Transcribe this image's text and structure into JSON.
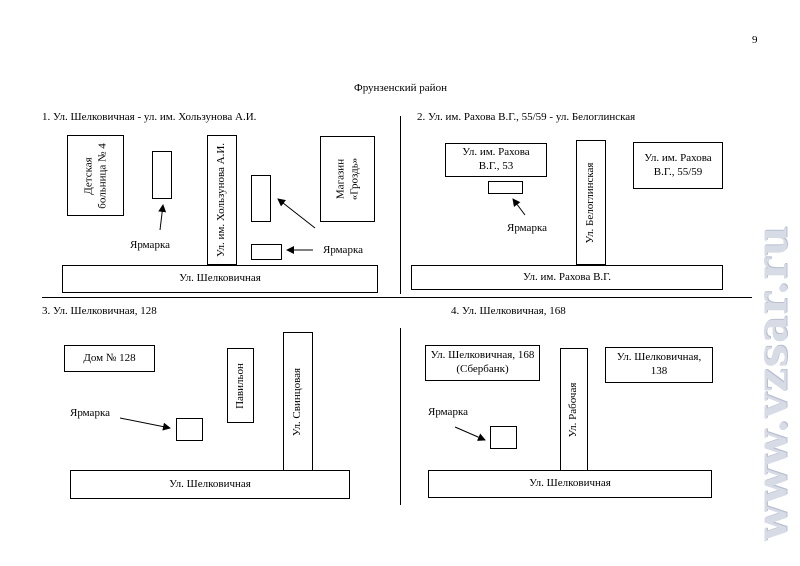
{
  "page_number": "9",
  "district_title": "Фрунзенский район",
  "watermark": "www.vzsar.ru",
  "sections": [
    {
      "title": "1. Ул. Шелковичная - ул. им. Хользунова А.И.",
      "road": "Ул. Шелковичная",
      "hospital": "Детская больница № 4",
      "street_vertical": "Ул. им. Хользунова А.И.",
      "shop": "Магазин «Гроздь»",
      "fair_label_1": "Ярмарка",
      "fair_label_2": "Ярмарка"
    },
    {
      "title": "2. Ул. им. Рахова В.Г., 55/59 - ул. Белоглинская",
      "road": "Ул. им. Рахова В.Г.",
      "building_left": "Ул. им. Рахова В.Г., 53",
      "building_right": "Ул. им. Рахова В.Г., 55/59",
      "street_vertical": "Ул. Белоглинская",
      "fair_label": "Ярмарка"
    },
    {
      "title": "3. Ул. Шелковичная, 128",
      "road": "Ул. Шелковичная",
      "building": "Дом № 128",
      "pavilion": "Павильон",
      "street_vertical": "Ул. Свинцовая",
      "fair_label": "Ярмарка"
    },
    {
      "title": "4. Ул. Шелковичная, 168",
      "road": "Ул. Шелковичная",
      "building_left": "Ул. Шелковичная, 168 (Сбербанк)",
      "building_right": "Ул. Шелковичная, 138",
      "street_vertical": "Ул. Рабочая",
      "fair_label": "Ярмарка"
    }
  ]
}
